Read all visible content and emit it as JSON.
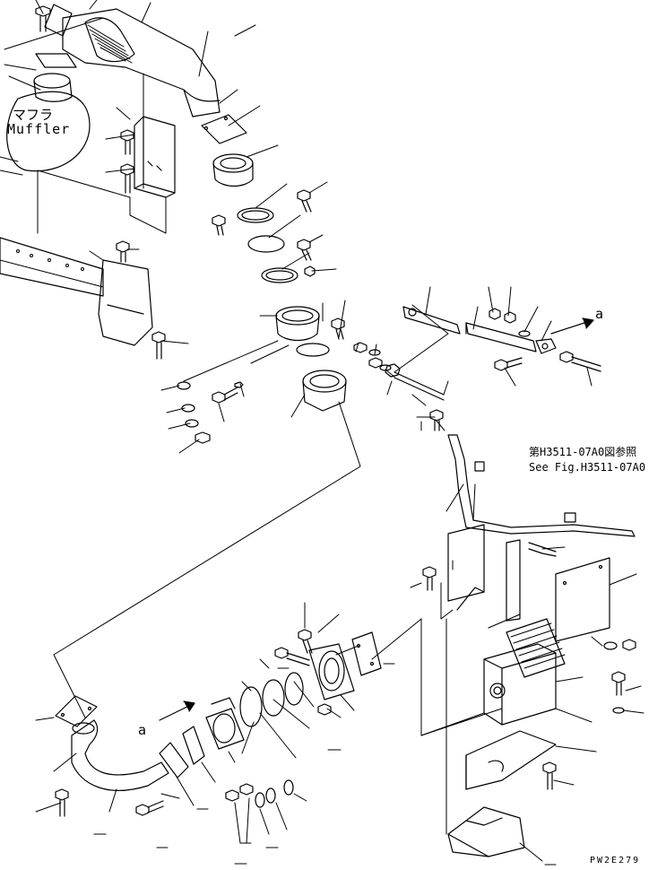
{
  "labels": {
    "muffler_jp": "マフラ",
    "muffler_en": "Muffler",
    "ref_jp": "第H3511-07A0図参照",
    "ref_en": "See Fig.H3511-07A0",
    "ref_mark_right": "a",
    "ref_mark_left": "a",
    "drawing_code": "PW2E279"
  }
}
